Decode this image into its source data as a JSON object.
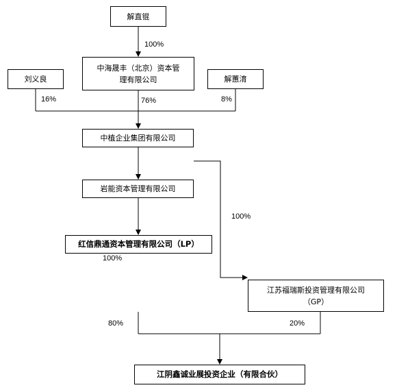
{
  "nodes": {
    "xie_zhikun": "解直锟",
    "zhonghai": "中海晟丰（北京）资本管\n理有限公司",
    "liu_yiliang": "刘义良",
    "xie_huiqing": "解蕙淯",
    "zhongzhi": "中植企业集团有限公司",
    "yanneng": "岩能资本管理有限公司",
    "hongxin": "红信鼎通资本管理有限公司（LP）",
    "jiangsu_fu": "江苏福瑞斯投资管理有限公司\n（GP）",
    "jiangyin": "江阴鑫诚业展投资企业（有限合伙）"
  },
  "percentages": {
    "xie_to_zhonghai": "100%",
    "liu_share": "16%",
    "zhonghai_share": "76%",
    "xie_huiqing_share": "8%",
    "zhongzhi_to_jiangsu": "100%",
    "yanneng_to_hongxin": "100%",
    "hongxin_to_jiangyin": "80%",
    "jiangsu_to_jiangyin": "20%"
  }
}
